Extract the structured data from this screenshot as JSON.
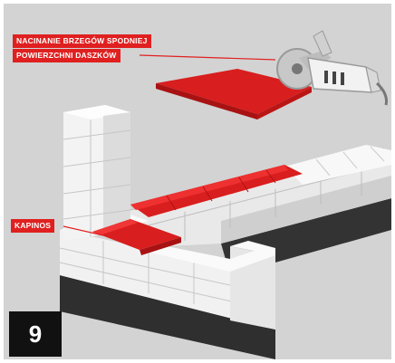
{
  "annotations": {
    "cutting_line_1": "NACINANIE BRZEGÓW SPODNIEJ",
    "cutting_line_2": "POWIERZCHNI DASZKÓW",
    "coping_label": "KAPINOS"
  },
  "step": {
    "number": "9"
  },
  "colors": {
    "background": "#d3d3d3",
    "accent_red": "#e02020",
    "block_white": "#f4f4f4",
    "block_shade": "#dedede",
    "foundation_dark": "#3a3a3a",
    "badge_bg": "#111111"
  },
  "icons": [
    "angle-grinder-icon",
    "coping-cap-icon",
    "wall-blocks-icon"
  ]
}
